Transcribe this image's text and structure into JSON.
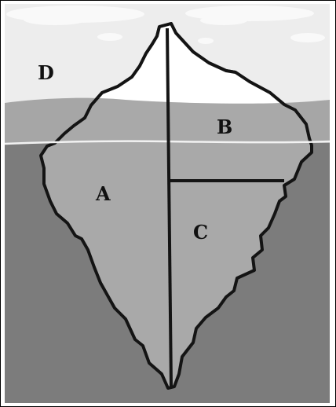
{
  "labels": {
    "a": "A",
    "b": "B",
    "c": "C",
    "d": "D"
  },
  "colors": {
    "frame": "#000000",
    "sky": "#ededed",
    "cloud": "#f9f9f9",
    "surface_band": "#a6a6a6",
    "deep_water": "#7c7c7c",
    "ice_above": "#ffffff",
    "ice_below": "#a9a9a9",
    "waterline": "#f2f2f2",
    "outline": "#141414"
  }
}
